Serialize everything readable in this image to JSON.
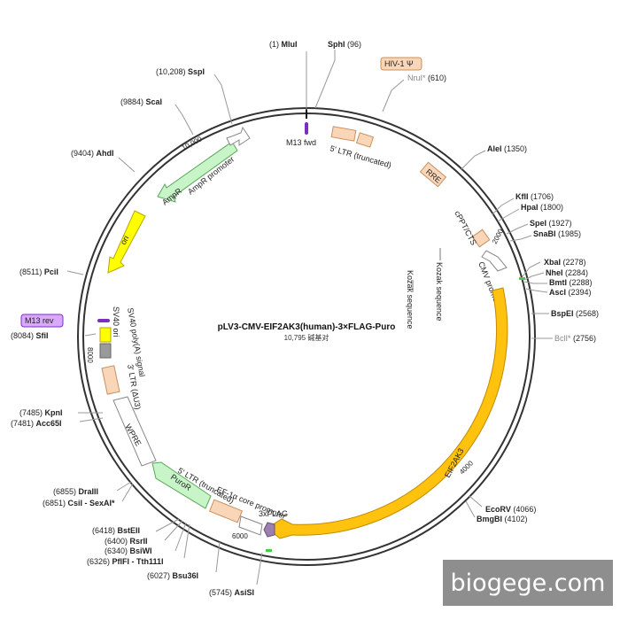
{
  "plasmid": {
    "name": "pLV3-CMV-EIF2AK3(human)-3×FLAG-Puro",
    "size_label": "10,795 碱基对"
  },
  "features": [
    {
      "id": "m13fwd",
      "label": "M13 fwd"
    },
    {
      "id": "ltr5",
      "label": "5' LTR (truncated)"
    },
    {
      "id": "hiv",
      "label": "HIV-1 Ψ"
    },
    {
      "id": "rre",
      "label": "RRE"
    },
    {
      "id": "cppt",
      "label": "cPPT/CTS"
    },
    {
      "id": "cmv",
      "label": "CMV promoter"
    },
    {
      "id": "kozak1",
      "label": "Kozak sequence"
    },
    {
      "id": "kozak2",
      "label": "Kozak sequence"
    },
    {
      "id": "eif2ak3",
      "label": "EIF2AK3"
    },
    {
      "id": "flag",
      "label": "3xFLAG"
    },
    {
      "id": "ef1a",
      "label": "EF-1α core promoter"
    },
    {
      "id": "ltr5b",
      "label": "5' LTR (truncated)"
    },
    {
      "id": "puror",
      "label": "PuroR"
    },
    {
      "id": "wpre",
      "label": "WPRE"
    },
    {
      "id": "ltr3",
      "label": "3' LTR (ΔU3)"
    },
    {
      "id": "sv40pa",
      "label": "SV40 poly(A) signal"
    },
    {
      "id": "sv40ori",
      "label": "SV40 ori"
    },
    {
      "id": "m13rev",
      "label": "M13 rev"
    },
    {
      "id": "ori",
      "label": "ori"
    },
    {
      "id": "ampr",
      "label": "AmpR"
    },
    {
      "id": "amprp",
      "label": "AmpR promoter"
    }
  ],
  "ticks": [
    "2000",
    "4000",
    "6000",
    "8000",
    "10,000"
  ],
  "sites": [
    {
      "id": "mlu",
      "pos": "(1)",
      "name": "MluI"
    },
    {
      "id": "sph",
      "pos": "(96)",
      "name": "SphI"
    },
    {
      "id": "nru",
      "pos": "(610)",
      "name": "NruI*"
    },
    {
      "id": "ale",
      "pos": "(1350)",
      "name": "AleI"
    },
    {
      "id": "kfl",
      "pos": "(1706)",
      "name": "KflI"
    },
    {
      "id": "hpa",
      "pos": "(1800)",
      "name": "HpaI"
    },
    {
      "id": "spe",
      "pos": "(1927)",
      "name": "SpeI"
    },
    {
      "id": "sna",
      "pos": "(1985)",
      "name": "SnaBI"
    },
    {
      "id": "xba",
      "pos": "(2278)",
      "name": "XbaI"
    },
    {
      "id": "nhe",
      "pos": "(2284)",
      "name": "NheI"
    },
    {
      "id": "bmt",
      "pos": "(2288)",
      "name": "BmtI"
    },
    {
      "id": "asc",
      "pos": "(2394)",
      "name": "AscI"
    },
    {
      "id": "bspe",
      "pos": "(2568)",
      "name": "BspEI"
    },
    {
      "id": "bcl",
      "pos": "(2756)",
      "name": "BclI*"
    },
    {
      "id": "ecorv",
      "pos": "(4066)",
      "name": "EcoRV"
    },
    {
      "id": "bmgb",
      "pos": "(4102)",
      "name": "BmgBI"
    },
    {
      "id": "asis",
      "pos": "(5745)",
      "name": "AsiSI"
    },
    {
      "id": "bsu",
      "pos": "(6027)",
      "name": "Bsu36I"
    },
    {
      "id": "pflf",
      "pos": "(6326)",
      "name": "PflFI - Tth111I"
    },
    {
      "id": "bsiw",
      "pos": "(6340)",
      "name": "BsiWI"
    },
    {
      "id": "rsr",
      "pos": "(6400)",
      "name": "RsrII"
    },
    {
      "id": "bste",
      "pos": "(6418)",
      "name": "BstEII"
    },
    {
      "id": "csi",
      "pos": "(6851)",
      "name": "CsiI - SexAI*"
    },
    {
      "id": "dra",
      "pos": "(6855)",
      "name": "DraIII"
    },
    {
      "id": "acc",
      "pos": "(7481)",
      "name": "Acc65I"
    },
    {
      "id": "kpn",
      "pos": "(7485)",
      "name": "KpnI"
    },
    {
      "id": "sfi",
      "pos": "(8084)",
      "name": "SfiI"
    },
    {
      "id": "pci",
      "pos": "(8511)",
      "name": "PciI"
    },
    {
      "id": "ahd",
      "pos": "(9404)",
      "name": "AhdI"
    },
    {
      "id": "sca",
      "pos": "(9884)",
      "name": "ScaI"
    },
    {
      "id": "ssp",
      "pos": "(10,208)",
      "name": "SspI"
    }
  ],
  "watermark": "biogege.com",
  "colors": {
    "ltr": "#f9d6b8",
    "ltr_stroke": "#c9905e",
    "hiv_bg": "#f9d6b8",
    "rre": "#f9d6b8",
    "cmv": "#ffffff",
    "eif2ak3": "#ffc20e",
    "eif2ak3_stroke": "#c58a00",
    "flag": "#9b7fb0",
    "ef1a": "#f9d6b8",
    "puror": "#c8f5c8",
    "puror_stroke": "#5aa55a",
    "wpre": "#ffffff",
    "sv40pa": "#ffff00",
    "sv40ori": "#9a9a9a",
    "ori": "#ffff00",
    "ori_stroke": "#b8a600",
    "ampr": "#c8f5c8",
    "amprp": "#ffffff",
    "m13": "#7b2fbf",
    "m13rev_bg": "#d9a8ff"
  }
}
